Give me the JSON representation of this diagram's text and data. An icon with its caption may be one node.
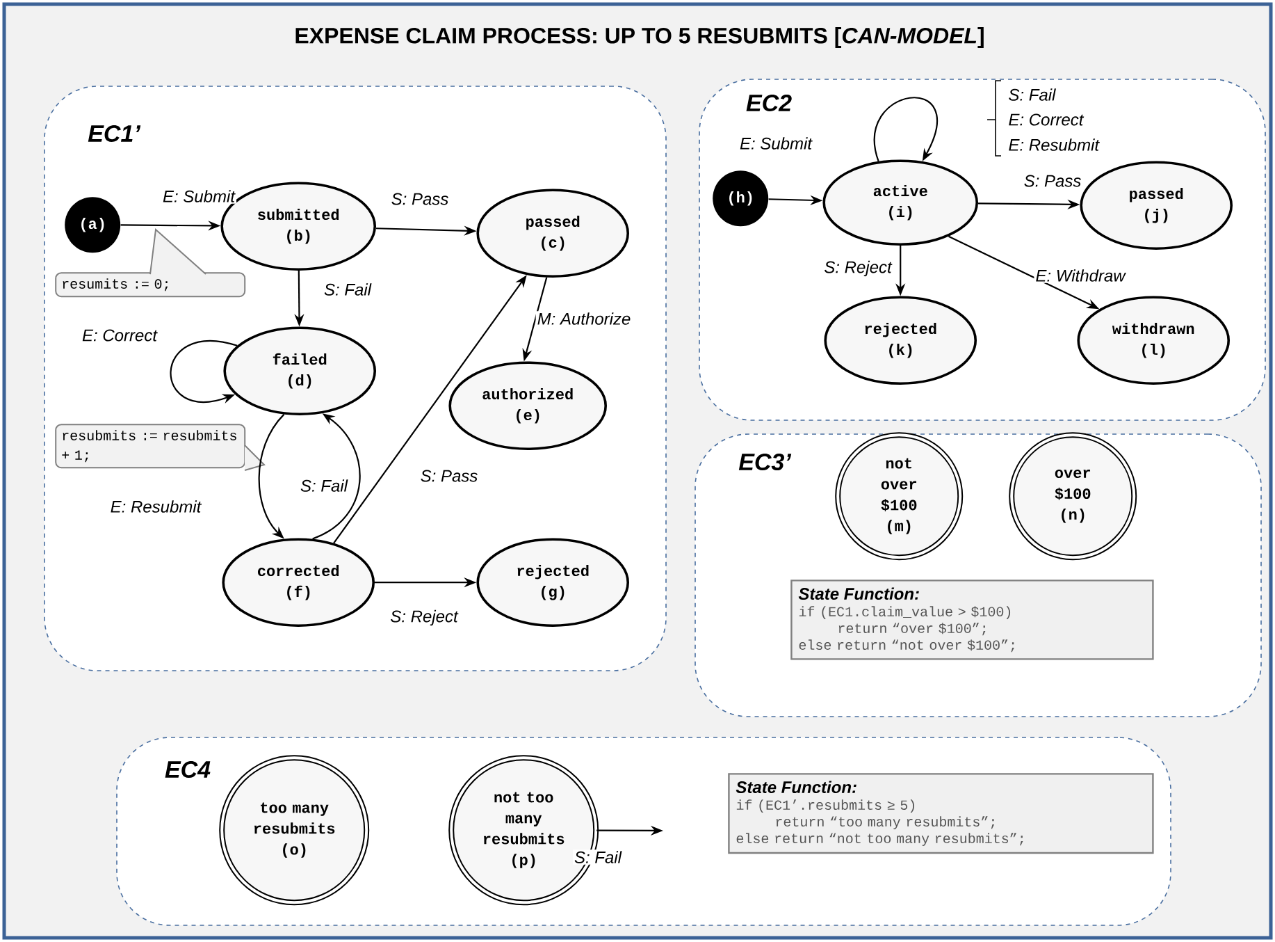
{
  "diagram": {
    "title": "EXPENSE CLAIM PROCESS: UP TO 5 RESUBMITS [*CAN-MODEL*]",
    "nodes": [
      {
        "text": [
          "EC1’"
        ]
      },
      {
        "text": [
          "(a)"
        ],
        "in": 0
      },
      {
        "text": [
          "submitted (b)"
        ],
        "in": 0
      },
      {
        "text": [
          "passed (c)"
        ],
        "in": 0
      },
      {
        "text": [
          "failed (d)"
        ],
        "in": 0
      },
      {
        "text": [
          "authorized (e)"
        ],
        "in": 0
      },
      {
        "text": [
          "corrected (f)"
        ],
        "in": 0
      },
      {
        "text": [
          "rejected (g)"
        ],
        "in": 0
      },
      {
        "text": [
          "resumits := 0;"
        ],
        "in": 0
      },
      {
        "text": [
          "resubmits := resubmits + 1;"
        ],
        "in": 0
      },
      {
        "text": [
          "EC2"
        ]
      },
      {
        "text": [
          "(h)"
        ],
        "in": 10
      },
      {
        "text": [
          "active (i)"
        ],
        "in": 10
      },
      {
        "text": [
          "passed (j)"
        ],
        "in": 10
      },
      {
        "text": [
          "rejected (k)"
        ],
        "in": 10
      },
      {
        "text": [
          "withdrawn (l)"
        ],
        "in": 10
      },
      {
        "text": [
          "EC3’"
        ]
      },
      {
        "text": [
          "not over $100 (m)"
        ],
        "in": 16
      },
      {
        "text": [
          "over $100 (n)"
        ],
        "in": 16
      },
      {
        "text": [
          "State Function:",
          "if (EC1.claim_value > $100)",
          "return “over $100”;",
          "else return “not over $100”;"
        ],
        "in": 16
      },
      {
        "text": [
          "EC4"
        ]
      },
      {
        "text": [
          "too many resubmits (o)"
        ],
        "in": 20
      },
      {
        "text": [
          "not too many resubmits (p)"
        ],
        "in": 20
      },
      {
        "text": [
          "State Function:",
          "if (EC1’.resubmits ≥ 5)",
          "return “too many resubmits”;",
          "else return “not too many resubmits”;"
        ],
        "in": 20
      }
    ],
    "edges": [
      {
        "from": 1,
        "to": 2,
        "arrow": "to",
        "label": "E: Submit"
      },
      {
        "from": 2,
        "to": 3,
        "arrow": "to",
        "label": "S: Pass"
      },
      {
        "from": 2,
        "to": 4,
        "arrow": "to",
        "label": "S: Fail"
      },
      {
        "from": 4,
        "to": 4,
        "arrow": "to",
        "label": "E: Correct"
      },
      {
        "from": 4,
        "to": 6,
        "arrow": "to",
        "label": "E: Resubmit"
      },
      {
        "from": 6,
        "to": 4,
        "arrow": "to",
        "label": "S: Fail"
      },
      {
        "from": 6,
        "to": 3,
        "arrow": "to",
        "label": "S: Pass"
      },
      {
        "from": 6,
        "to": 7,
        "arrow": "to",
        "label": "S: Reject"
      },
      {
        "from": 3,
        "to": 5,
        "arrow": "to",
        "label": "M: Authorize"
      },
      {
        "from": 11,
        "to": 12,
        "arrow": "to",
        "label": "E: Submit"
      },
      {
        "from": 12,
        "to": 12,
        "arrow": "to"
      },
      {
        "from": 12,
        "to": 13,
        "arrow": "to",
        "label": "S: Pass"
      },
      {
        "from": 12,
        "to": 14,
        "arrow": "to",
        "label": "S: Reject"
      },
      {
        "from": 12,
        "to": 15,
        "arrow": "to",
        "label": "E: Withdraw"
      },
      {
        "from": 22,
        "to": null,
        "arrow": "to",
        "label": "S: Fail"
      }
    ],
    "labels": [
      "S: Fail",
      "E: Correct",
      "E: Resubmit"
    ]
  }
}
